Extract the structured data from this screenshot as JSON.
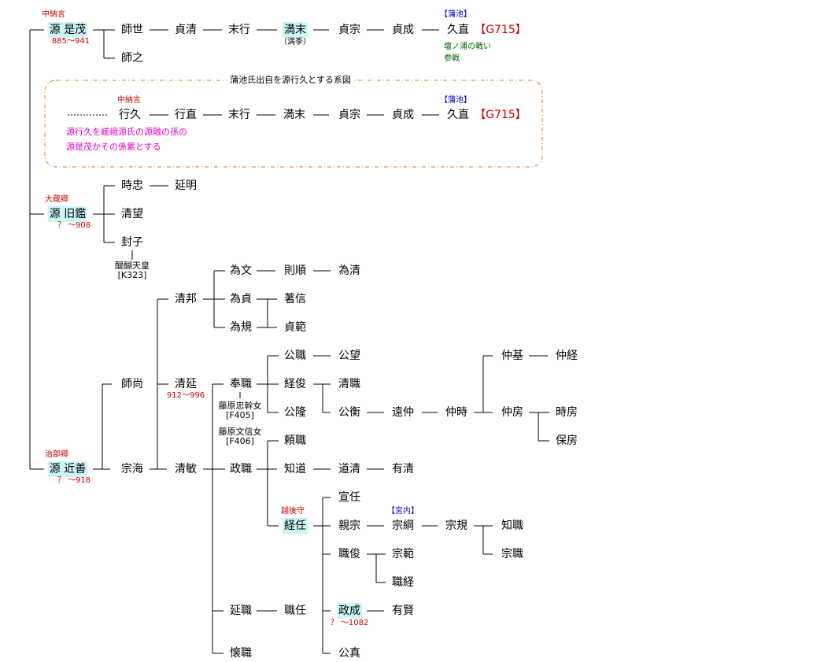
{
  "people": {
    "koreshige": "源 是茂",
    "moroyo": "師世",
    "sadakiyo": "貞清",
    "sueyuki": "末行",
    "mitsusue": "満末",
    "sadamune": "貞宗",
    "sadanari": "貞成",
    "hisanao": "久直",
    "moroyuki": "師之",
    "yukihisa": "行久",
    "yukinao": "行直",
    "sueyuki2": "末行",
    "mitsusue2": "満末",
    "sadamune2": "貞宗",
    "sadanari2": "貞成",
    "hisanao2": "久直",
    "furumi": "源 旧鑑",
    "tokitada": "時忠",
    "nobuaki": "延明",
    "kiyomochi": "清望",
    "fushi": "封子",
    "chikayoshi": "源 近善",
    "morohisa": "師尚",
    "munemi": "宗海",
    "kiyokuni": "清邦",
    "kiyonobu": "清延",
    "kiyotoshi": "清敏",
    "tamefumi": "為文",
    "norinobu": "則順",
    "tamekiyo": "為清",
    "tamesada": "為貞",
    "akinobu": "著信",
    "tamenori": "為規",
    "sadanori": "貞範",
    "tomoshiki": "奉職",
    "kinmoto": "公職",
    "kinmochi": "公望",
    "tsunetoshi": "経俊",
    "kiyomoto": "清職",
    "kintaka": "公隆",
    "kinhira": "公衡",
    "tonaka": "遠仲",
    "nakatoki": "仲時",
    "nakamoto": "仲基",
    "nakatsune": "仲経",
    "nakafusa": "仲房",
    "tokifusa": "時房",
    "yasufusa": "保房",
    "yorimoto": "頼職",
    "masamoto": "政職",
    "tomomichi": "知道",
    "michikiyo": "道清",
    "arikiyo": "有清",
    "tsunetou": "経任",
    "nobutou": "宣任",
    "chikamune": "親宗",
    "munetsuna": "宗綱",
    "munenori": "宗規",
    "tomomoto": "知職",
    "munemoto": "宗職",
    "motoshun": "職俊",
    "munenori2": "宗範",
    "mototsune": "職経",
    "nobumoto": "延職",
    "mototou": "職任",
    "masanari": "政成",
    "arikata": "有賢",
    "kinzane": "公真",
    "nakamoto_kai": "懐職"
  },
  "notes": {
    "chunagon1": "中納言",
    "koreshige_dates": "885～941",
    "kamachi1": "【蒲池】",
    "g715a": "【G715】",
    "mitsusue_alt": "（満季）",
    "dannoura": [
      "壇ノ浦の戦い",
      "参戦"
    ],
    "box_title": "蒲池氏出自を源行久とする系図",
    "chunagon2": "中納言",
    "kamachi2": "【蒲池】",
    "g715b": "【G715】",
    "box_note": [
      "源行久を嵯峨源氏の源融の孫の",
      "源是茂かその係累とする"
    ],
    "okura": "大蔵卿",
    "furumi_dates": "？ ～908",
    "daigo": [
      "醍醐天皇",
      "[K323]"
    ],
    "jibu": "治部卿",
    "chikayoshi_dates": "？ ～918",
    "kiyonobu_dates": "912～996",
    "wife1": [
      "藤原忠幹女",
      "[F405]"
    ],
    "wife2": [
      "藤原文信女",
      "[F406]"
    ],
    "echigo": "越後守",
    "kunai": "【宮内】",
    "masanari_dates": "？ ～1082"
  }
}
